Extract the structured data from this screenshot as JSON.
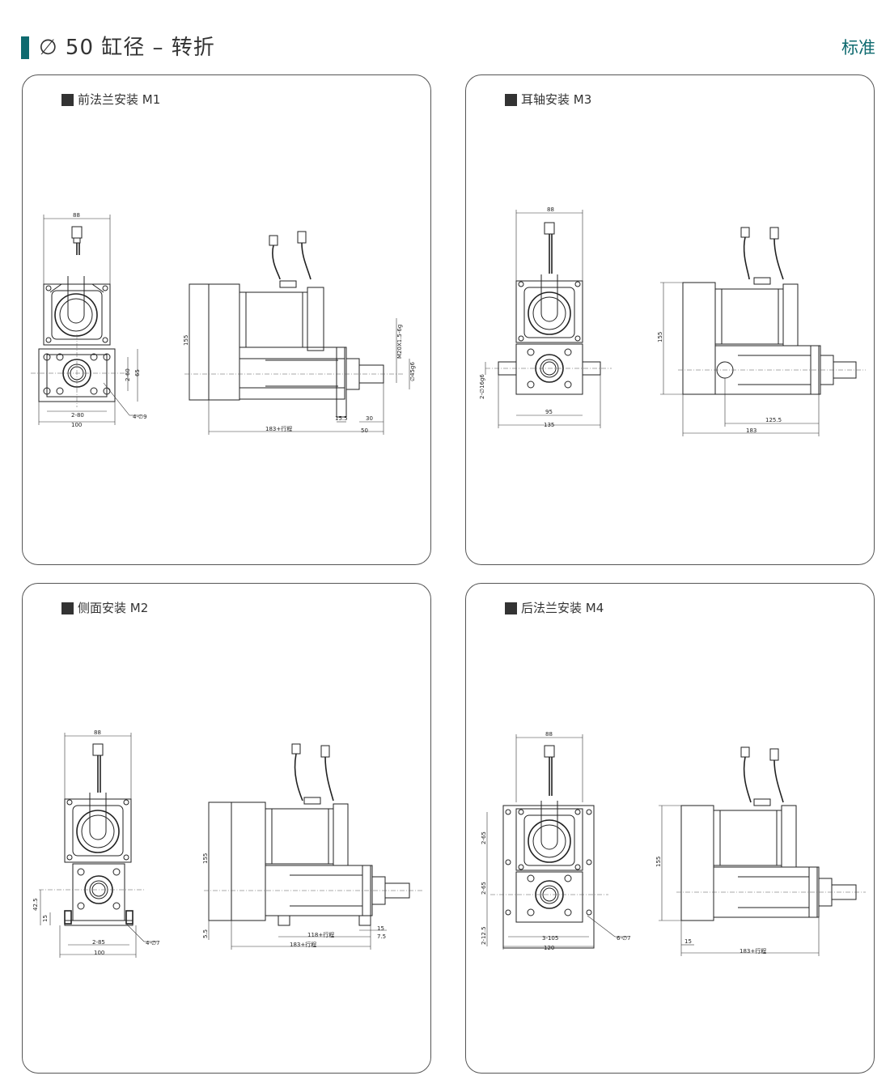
{
  "header": {
    "title": "∅ 50 缸径 – 转折",
    "tag": "标准",
    "accent_color": "#0e6a6f"
  },
  "panels": [
    {
      "label": "前法兰安装 M1",
      "dims": {
        "top": "88",
        "bolt_spacing": "2-80",
        "width": "100",
        "hole_v": "2-60",
        "height_v": "65",
        "holes": "4-∅9",
        "motor_h": "155",
        "length": "183+行程",
        "d15": "15.5",
        "d30": "30",
        "d50": "50",
        "thread": "M20X1.5-6g",
        "rod": "∅45g6"
      }
    },
    {
      "label": "耳轴安装 M3",
      "dims": {
        "top": "88",
        "pin": "2-∅16g6",
        "w95": "95",
        "w135": "135",
        "motor_h": "155",
        "d125": "125.5",
        "length": "183"
      }
    },
    {
      "label": "侧面安装 M2",
      "dims": {
        "top": "88",
        "h425": "42.5",
        "h15": "15",
        "bolt_spacing": "2-85",
        "holes": "4-∅7",
        "width": "100",
        "motor_h": "155",
        "h55": "5.5",
        "d118": "118+行程",
        "length": "183+行程",
        "d15": "15",
        "d75": "7.5"
      }
    },
    {
      "label": "后法兰安装 M4",
      "dims": {
        "top": "88",
        "v65a": "2-65",
        "v65b": "2-65",
        "v125": "2-12.5",
        "bolt_spacing": "3-105",
        "width": "120",
        "holes": "6-∅7",
        "motor_h": "155",
        "d15": "15",
        "length": "183+行程"
      }
    }
  ]
}
